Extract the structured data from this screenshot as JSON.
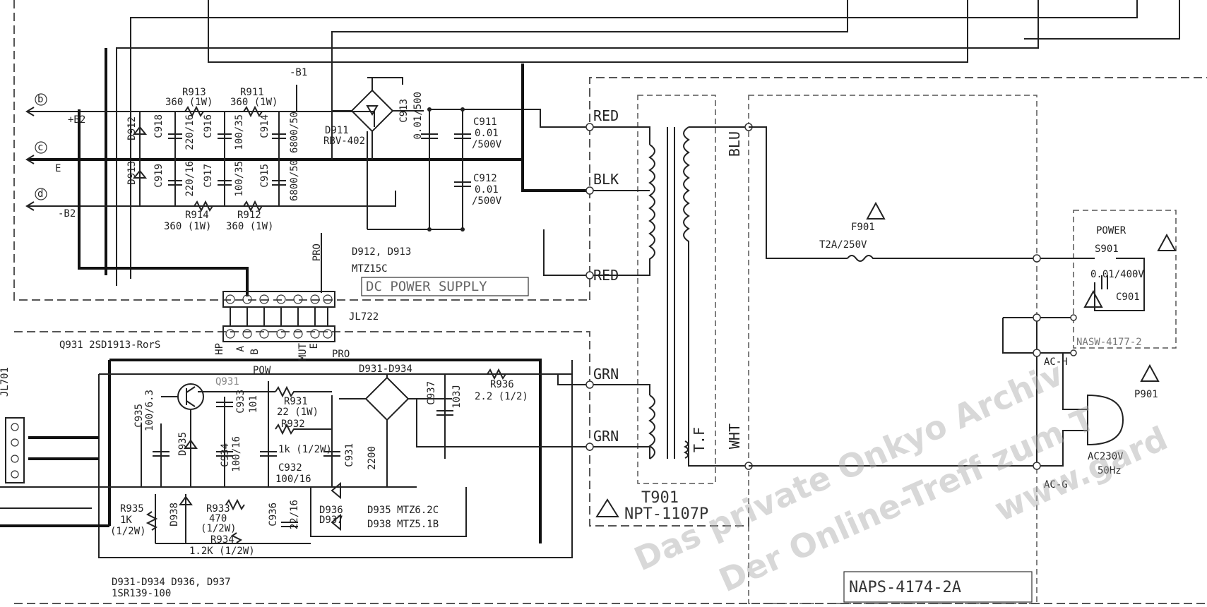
{
  "outputs": [
    {
      "symbol": "b",
      "rail": "+B2"
    },
    {
      "symbol": "c",
      "rail": "E"
    },
    {
      "symbol": "d",
      "rail": "-B2"
    }
  ],
  "rail_b1": "-B1",
  "dc_supply": {
    "r913": "R913",
    "r913_val": "360 (1W)",
    "r911": "R911",
    "r911_val": "360 (1W)",
    "r914": "R914",
    "r914_val": "360 (1W)",
    "r912": "R912",
    "r912_val": "360 (1W)",
    "d912": "D912",
    "d913": "D913",
    "c918": "C918",
    "c919": "C919",
    "c916": "C916",
    "c917": "C917",
    "c914": "C914",
    "c915": "C915",
    "c918_val": "220/16",
    "c919_val": "220/16",
    "c916_val": "100/35",
    "c917_val": "100/35",
    "c914_val": "6800/50",
    "c915_val": "6800/50",
    "d911": "D911",
    "d911_part": "RBV-402",
    "c913": "C913",
    "c913_val": "0.01/500",
    "c911": "C911",
    "c911_val1": "0.01",
    "c911_val2": "/500V",
    "c912": "C912",
    "c912_val1": "0.01",
    "c912_val2": "/500V",
    "zener_refs": "D912, D913",
    "zener_part": "MTZ15C",
    "block_label": "DC POWER SUPPLY",
    "pro": "PRO"
  },
  "connector": {
    "name": "JL722",
    "pins_bottom": [
      "HP",
      "A",
      "B",
      "MUT",
      "E",
      "PRO"
    ],
    "pow": "POW"
  },
  "aux_supply": {
    "q931_desc": "Q931  2SD1913-RorS",
    "q931": "Q931",
    "c935": "C935",
    "c935_val": "100/6.3",
    "d935": "D935",
    "c933": "C933",
    "c933_val": "101",
    "c934": "C934",
    "c934_val": "100/16",
    "r931": "R931",
    "r931_val": "22 (1W)",
    "r932": "R932",
    "r932_val": "1k (1/2W)",
    "c932": "C932",
    "c932_val": "100/16",
    "c931": "C931",
    "c931_val": "2200",
    "bridge_refs": "D931-D934",
    "c937": "C937",
    "c937_val": "103J",
    "r936": "R936",
    "r936_val": "2.2 (1/2)",
    "r935": "R935",
    "r935_val1": "1K",
    "r935_val2": "(1/2W)",
    "d938": "D938",
    "r933": "R933",
    "r933_val1": "470",
    "r933_val2": "(1/2W)",
    "r934": "R934",
    "r934_val": "1.2K (1/2W)",
    "c936": "C936",
    "c936_val": "22/16",
    "d936": "D936",
    "d937": "D937",
    "zener_note1": "D935  MTZ6.2C",
    "zener_note2": "D938  MTZ5.1B",
    "diode_note1": "D931-D934  D936, D937",
    "diode_note2": "1SR139-100",
    "left_conn": "JL701"
  },
  "transformer": {
    "wires": [
      "RED",
      "BLK",
      "RED",
      "GRN",
      "GRN"
    ],
    "primary_wires": [
      "BLU",
      "WHT"
    ],
    "tf": "T.F",
    "name": "T901",
    "part": "NPT-1107P"
  },
  "mains": {
    "fuse": "F901",
    "fuse_val": "T2A/250V",
    "power": "POWER",
    "switch": "S901",
    "cap_val": "0.01/400V",
    "cap": "C901",
    "switch_board": "NASW-4177-2",
    "ac_h": "AC-H",
    "ac_g": "AC-G",
    "plug": "P901",
    "voltage": "AC230V",
    "freq": "50Hz"
  },
  "board_name": "NAPS-4174-2A",
  "watermark": {
    "line1": "Das private Onkyo Archiv",
    "line2": "Der Online-Treff zum T",
    "line3": "www.gard"
  }
}
